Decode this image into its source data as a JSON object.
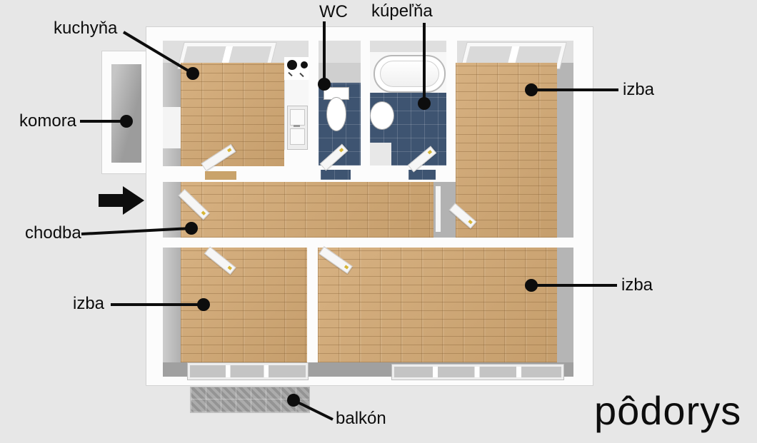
{
  "title": {
    "text": "pôdorys"
  },
  "labels": {
    "kitchen": "kuchyňa",
    "pantry": "komora",
    "wc": "WC",
    "bathroom": "kúpeľňa",
    "room_top_right": "izba",
    "hallway": "chodba",
    "room_bottom_left": "izba",
    "room_bottom_right": "izba",
    "balcony": "balkón"
  },
  "icons": {
    "entrance": "entrance-arrow-icon"
  },
  "colors": {
    "background": "#e7e7e7",
    "wall": "#fcfcfc",
    "wood_floor": "#d2a873",
    "tile_floor": "#3e5471",
    "balcony_floor": "#a5a5a5",
    "annotation": "#0d0d0d"
  }
}
